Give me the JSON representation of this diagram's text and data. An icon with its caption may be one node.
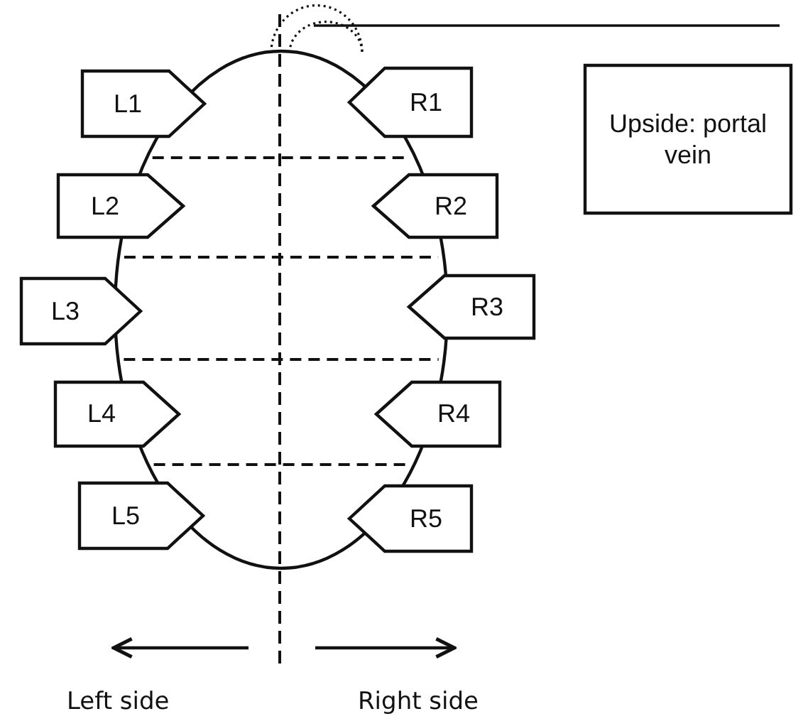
{
  "diagram": {
    "nodes": [
      {
        "text": [
          "L1"
        ]
      },
      {
        "text": [
          "R1"
        ]
      },
      {
        "text": [
          "L2"
        ]
      },
      {
        "text": [
          "R2"
        ]
      },
      {
        "text": [
          "L3"
        ]
      },
      {
        "text": [
          "R3"
        ]
      },
      {
        "text": [
          "L4"
        ]
      },
      {
        "text": [
          "R4"
        ]
      },
      {
        "text": [
          "L5"
        ]
      },
      {
        "text": [
          "R5"
        ]
      },
      {
        "text": [
          "Upside: portal vein"
        ]
      }
    ],
    "labels": [
      "Left side",
      "Right side"
    ]
  }
}
